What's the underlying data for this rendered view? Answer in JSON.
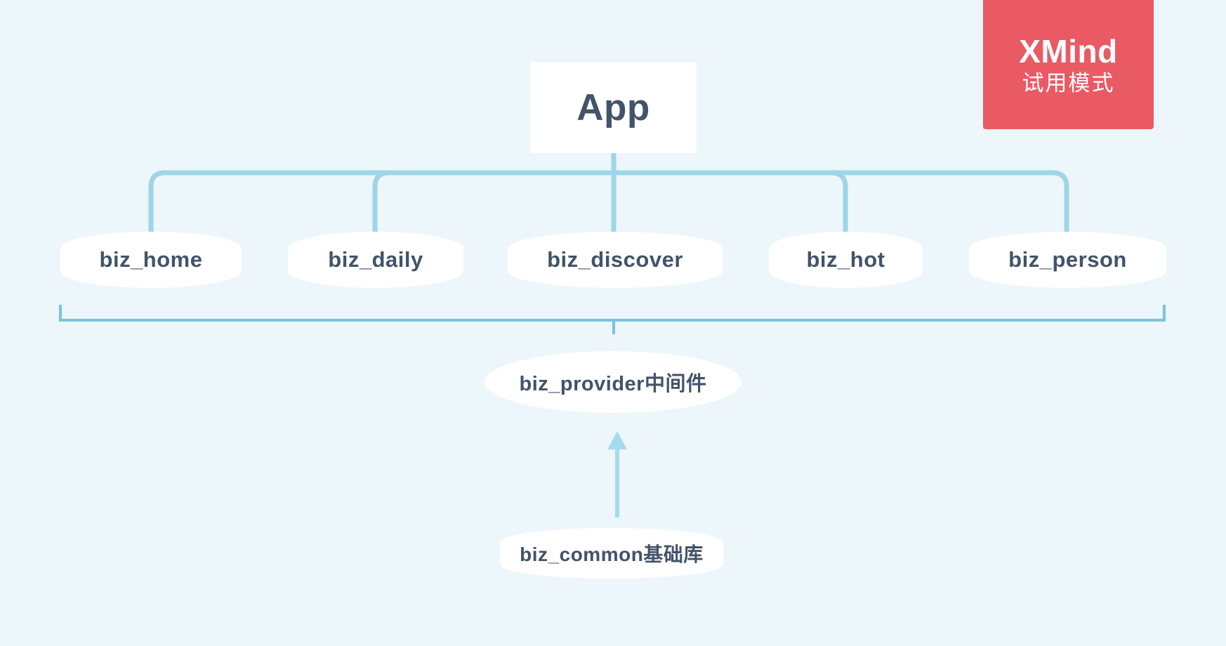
{
  "canvas": {
    "background_color": "#edf6fa",
    "node_fill": "#ffffff",
    "text_color": "#42536b",
    "connector_color": "#9ed5e8",
    "bracket_color": "#7cc3e0"
  },
  "watermark": {
    "name": "xmind-trial-badge",
    "wordmark": "XMind",
    "subtitle": "试用模式",
    "background_color": "#ea5a63",
    "text_color": "#ffffff"
  },
  "diagram": {
    "type": "org-chart",
    "root": {
      "id": "app",
      "label": "App",
      "shape": "rectangle"
    },
    "branches": [
      {
        "id": "biz_home",
        "label": "biz_home",
        "shape": "lens"
      },
      {
        "id": "biz_daily",
        "label": "biz_daily",
        "shape": "lens"
      },
      {
        "id": "biz_discover",
        "label": "biz_discover",
        "shape": "lens"
      },
      {
        "id": "biz_hot",
        "label": "biz_hot",
        "shape": "lens"
      },
      {
        "id": "biz_person",
        "label": "biz_person",
        "shape": "lens"
      }
    ],
    "middleware": {
      "id": "biz_provider",
      "label": "biz_provider中间件",
      "shape": "ellipse"
    },
    "base": {
      "id": "biz_common",
      "label": "biz_common基础库",
      "shape": "lens"
    }
  }
}
